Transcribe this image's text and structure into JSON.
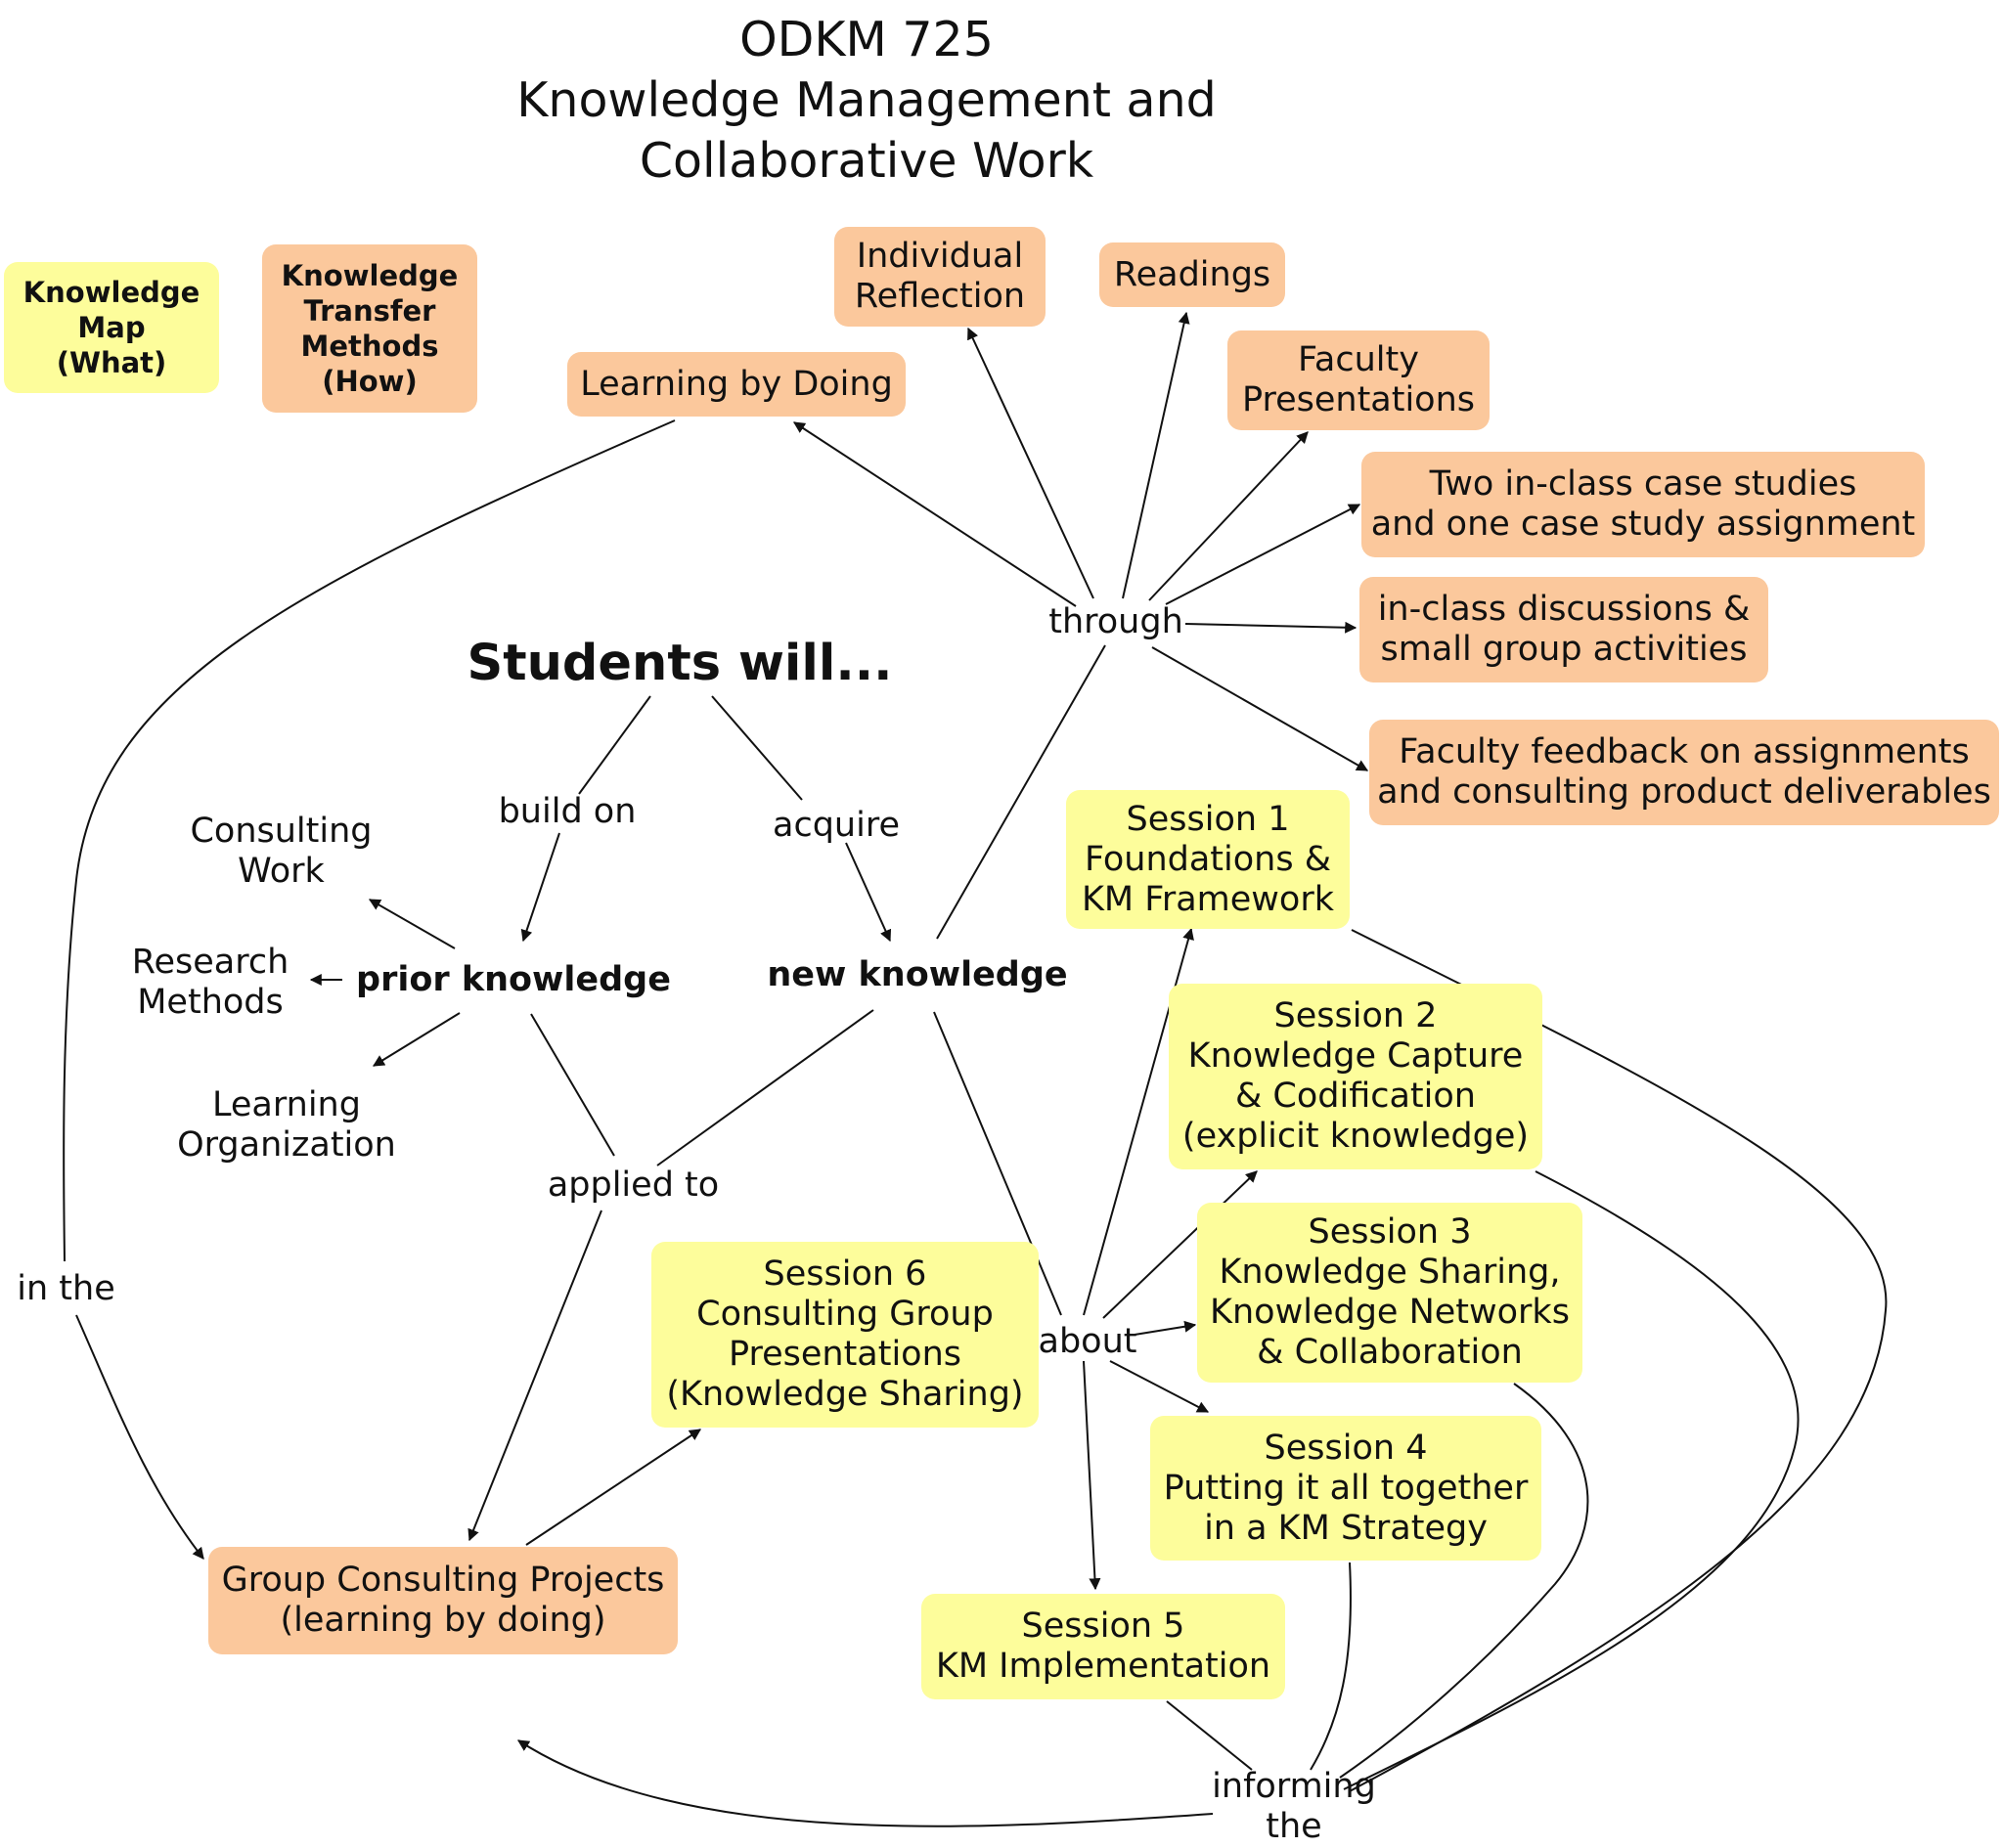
{
  "title": "ODKM 725\nKnowledge Management and\nCollaborative Work",
  "legend": {
    "knowledge_map": "Knowledge\nMap\n(What)",
    "transfer_methods": "Knowledge\nTransfer\nMethods\n(How)"
  },
  "concepts": {
    "students_will": "Students will...",
    "prior_knowledge": "prior knowledge",
    "new_knowledge": "new knowledge",
    "consulting_work": "Consulting\nWork",
    "research_methods": "Research\nMethods",
    "learning_organization": "Learning\nOrganization",
    "learning_by_doing": "Learning by Doing",
    "individual_reflection": "Individual\nReflection",
    "readings": "Readings",
    "faculty_presentations": "Faculty\nPresentations",
    "case_studies": "Two in-class case studies\nand one case study assignment",
    "discussions": "in-class discussions &\nsmall group activities",
    "faculty_feedback": "Faculty feedback on assignments\nand consulting product deliverables",
    "session1": "Session 1\nFoundations &\nKM Framework",
    "session2": "Session 2\nKnowledge Capture\n& Codification\n(explicit knowledge)",
    "session3": "Session 3\nKnowledge Sharing,\nKnowledge Networks\n& Collaboration",
    "session4": "Session 4\nPutting it all together\nin a KM Strategy",
    "session5": "Session 5\nKM Implementation",
    "session6": "Session 6\nConsulting Group\nPresentations\n(Knowledge Sharing)",
    "group_projects": "Group Consulting Projects\n(learning by doing)"
  },
  "links": {
    "build_on": "build on",
    "acquire": "acquire",
    "through": "through",
    "applied_to": "applied to",
    "about": "about",
    "in_the": "in the",
    "informing_the": "informing\nthe"
  },
  "colors": {
    "orange_box": "#fbc89c",
    "yellow_box": "#fdfd9b",
    "line": "#111111"
  }
}
